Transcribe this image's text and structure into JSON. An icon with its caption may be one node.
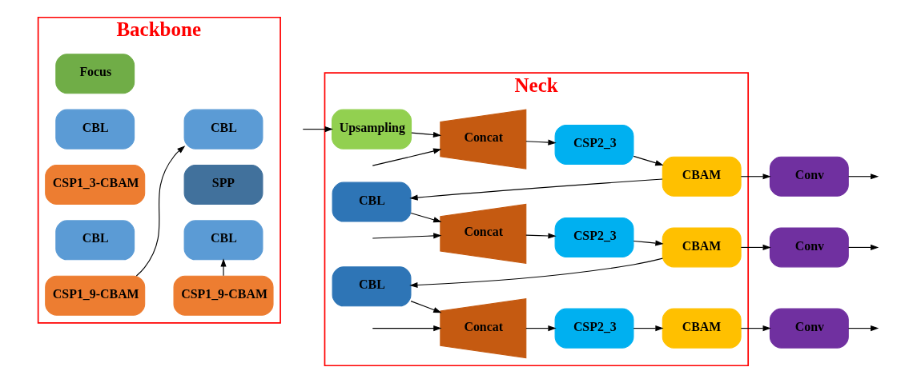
{
  "diagram": {
    "nodes": [
      {
        "text": [
          "Backbone"
        ]
      },
      {
        "text": [
          "Focus"
        ],
        "in": 0
      },
      {
        "text": [
          "CBL"
        ],
        "in": 0
      },
      {
        "text": [
          "CSP1_3-CBAM"
        ],
        "in": 0
      },
      {
        "text": [
          "CBL"
        ],
        "in": 0
      },
      {
        "text": [
          "CSP1_9-CBAM"
        ],
        "in": 0
      },
      {
        "text": [
          "SPP"
        ],
        "in": 0
      },
      {
        "text": [
          "CBL"
        ],
        "in": 0
      },
      {
        "text": [
          "CSP1_9-CBAM"
        ],
        "in": 0
      },
      {
        "text": [
          "CBL"
        ],
        "in": 0
      },
      {
        "text": [
          "Neck"
        ]
      },
      {
        "text": [
          "Upsampling"
        ],
        "in": 10
      },
      {
        "text": [
          "Concat"
        ],
        "in": 10
      },
      {
        "text": [
          "CSP2_3"
        ],
        "in": 10
      },
      {
        "text": [
          "CBAM"
        ],
        "in": 10
      },
      {
        "text": [
          "CBL"
        ],
        "in": 10
      },
      {
        "text": [
          "Concat"
        ],
        "in": 10
      },
      {
        "text": [
          "CSP2_3"
        ],
        "in": 10
      },
      {
        "text": [
          "CBAM"
        ],
        "in": 10
      },
      {
        "text": [
          "CBL"
        ],
        "in": 10
      },
      {
        "text": [
          "Concat"
        ],
        "in": 10
      },
      {
        "text": [
          "CSP2_3"
        ],
        "in": 10
      },
      {
        "text": [
          "CBAM"
        ],
        "in": 10
      },
      {
        "text": [
          "Conv"
        ]
      },
      {
        "text": [
          "Conv"
        ]
      },
      {
        "text": [
          "Conv"
        ]
      }
    ],
    "edges": [
      {
        "from": 5,
        "to": 9,
        "arrow": "to"
      },
      {
        "from": 8,
        "to": 7,
        "arrow": "to"
      },
      {
        "from": null,
        "to": 11,
        "arrow": "to"
      },
      {
        "from": 11,
        "to": 12,
        "arrow": "to"
      },
      {
        "from": null,
        "to": 12,
        "arrow": "to"
      },
      {
        "from": 12,
        "to": 13,
        "arrow": "to"
      },
      {
        "from": 13,
        "to": 14,
        "arrow": "to"
      },
      {
        "from": 14,
        "to": 23,
        "arrow": "to"
      },
      {
        "from": 14,
        "to": 15,
        "arrow": "to"
      },
      {
        "from": 15,
        "to": 16,
        "arrow": "to"
      },
      {
        "from": null,
        "to": 16,
        "arrow": "to"
      },
      {
        "from": 16,
        "to": 17,
        "arrow": "to"
      },
      {
        "from": 17,
        "to": 18,
        "arrow": "to"
      },
      {
        "from": 18,
        "to": 24,
        "arrow": "to"
      },
      {
        "from": 18,
        "to": 19,
        "arrow": "to"
      },
      {
        "from": 19,
        "to": 20,
        "arrow": "to"
      },
      {
        "from": null,
        "to": 20,
        "arrow": "to"
      },
      {
        "from": 20,
        "to": 21,
        "arrow": "to"
      },
      {
        "from": 21,
        "to": 22,
        "arrow": "to"
      },
      {
        "from": 22,
        "to": 25,
        "arrow": "to"
      },
      {
        "from": 23,
        "to": null,
        "arrow": "to"
      },
      {
        "from": 24,
        "to": null,
        "arrow": "to"
      },
      {
        "from": 25,
        "to": null,
        "arrow": "to"
      }
    ]
  }
}
